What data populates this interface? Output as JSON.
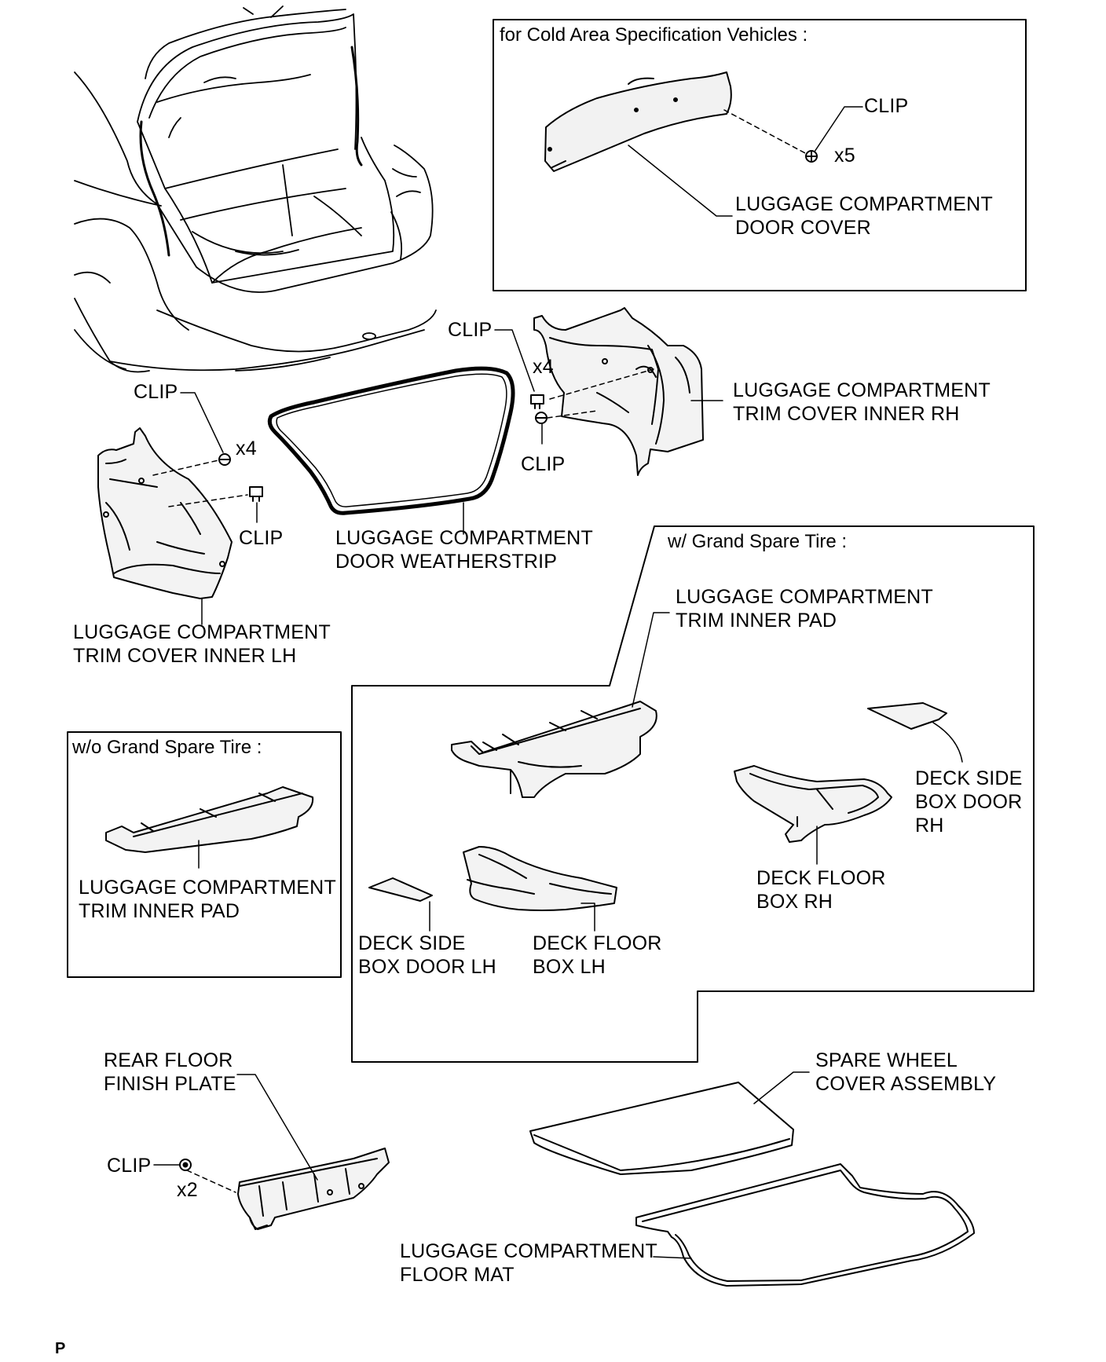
{
  "colors": {
    "ink": "#000000",
    "paper": "#ffffff",
    "part_fill": "#eeeeee"
  },
  "boxes": {
    "cold_area": "for Cold Area Specification     Vehicles :",
    "grand_spare": "w/ Grand Spare  Tire :",
    "no_grand_spare": "w/o Grand Spare  Tire :"
  },
  "labels": {
    "clip_cold": "CLIP",
    "qty_cold": "x5",
    "door_cover": [
      "LUGGAGE COMPARTMENT",
      "DOOR COVER"
    ],
    "clip_rh_top": "CLIP",
    "qty_rh": "x4",
    "clip_rh_bottom": "CLIP",
    "trim_cover_rh": [
      "LUGGAGE COMPARTMENT",
      "TRIM COVER INNER RH"
    ],
    "clip_lh_top": "CLIP",
    "qty_lh": "x4",
    "clip_lh_bottom": "CLIP",
    "weatherstrip": [
      "LUGGAGE COMPARTMENT",
      "DOOR WEATHERSTRIP"
    ],
    "trim_cover_lh": [
      "LUGGAGE COMPARTMENT",
      "TRIM COVER INNER LH"
    ],
    "trim_inner_pad_grand": [
      "LUGGAGE COMPARTMENT",
      "TRIM INNER PAD"
    ],
    "deck_side_door_rh": [
      "DECK SIDE",
      "BOX DOOR",
      "RH"
    ],
    "deck_floor_box_rh": [
      "DECK FLOOR",
      "BOX RH"
    ],
    "deck_side_door_lh": [
      "DECK SIDE",
      "BOX DOOR LH"
    ],
    "deck_floor_box_lh": [
      "DECK FLOOR",
      "BOX LH"
    ],
    "trim_inner_pad_no_grand": [
      "LUGGAGE COMPARTMENT",
      "TRIM INNER PAD"
    ],
    "rear_floor_plate": [
      "REAR FLOOR",
      "FINISH PLATE"
    ],
    "clip_plate": "CLIP",
    "qty_plate": "x2",
    "spare_wheel_cover": [
      "SPARE WHEEL",
      "COVER ASSEMBLY"
    ],
    "floor_mat": [
      "LUGGAGE COMPARTMENT",
      "FLOOR MAT"
    ]
  },
  "figure_ref": "P",
  "icons": [
    "clip-icon",
    "car-trunk-illustration"
  ]
}
